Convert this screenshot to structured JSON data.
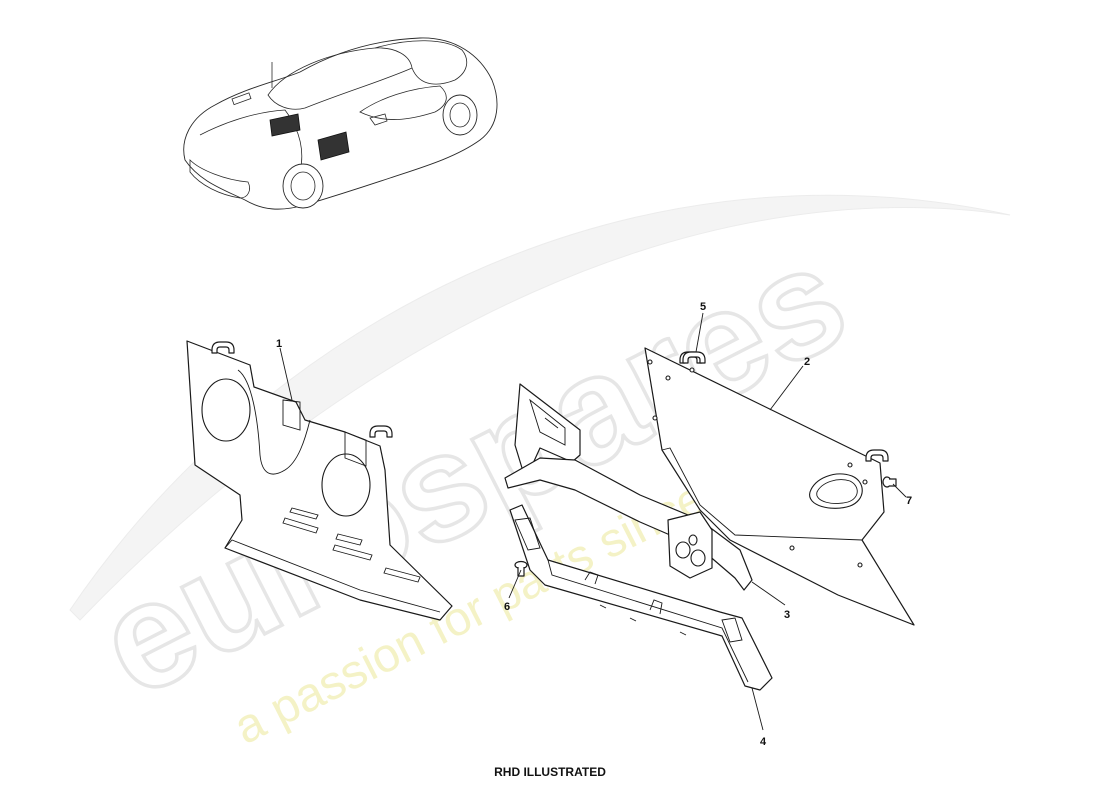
{
  "watermark": {
    "logo_text": "eurospares",
    "tagline": "a passion for parts since 1985"
  },
  "callouts": [
    {
      "id": "1",
      "label": "1"
    },
    {
      "id": "2",
      "label": "2"
    },
    {
      "id": "3",
      "label": "3"
    },
    {
      "id": "4",
      "label": "4"
    },
    {
      "id": "5",
      "label": "5"
    },
    {
      "id": "6",
      "label": "6"
    },
    {
      "id": "7",
      "label": "7"
    }
  ],
  "footer": {
    "label": "RHD ILLUSTRATED"
  }
}
